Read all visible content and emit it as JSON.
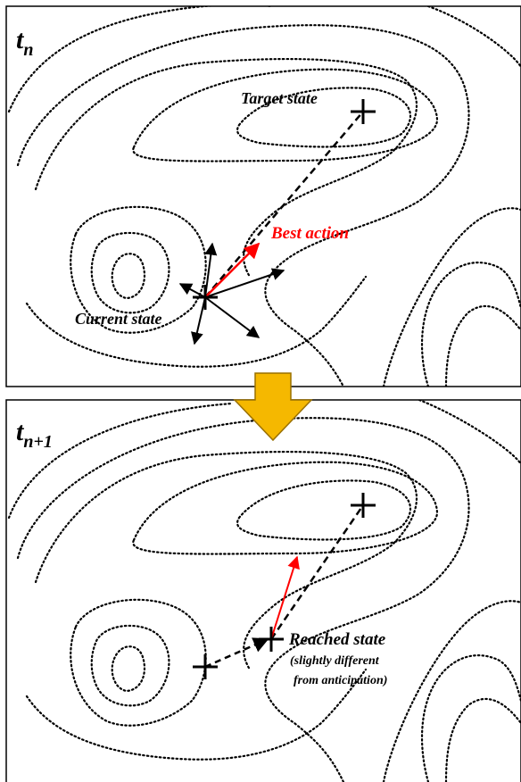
{
  "colors": {
    "best_action": "#ff0000",
    "transition_arrow_fill": "#f5b800",
    "transition_arrow_stroke": "#9a7000",
    "frame": "#000000"
  },
  "panel_top": {
    "time_base": "t",
    "time_sub": "n",
    "target_label": "Target state",
    "current_label": "Current state",
    "best_action_label": "Best action"
  },
  "panel_bottom": {
    "time_base": "t",
    "time_sub": "n+1",
    "reached_label": "Reached state",
    "reached_note_line1": "(slightly different",
    "reached_note_line2": "from anticipation)"
  },
  "icons": {
    "transition": "down-arrow-icon",
    "state_marker": "cross-icon"
  }
}
